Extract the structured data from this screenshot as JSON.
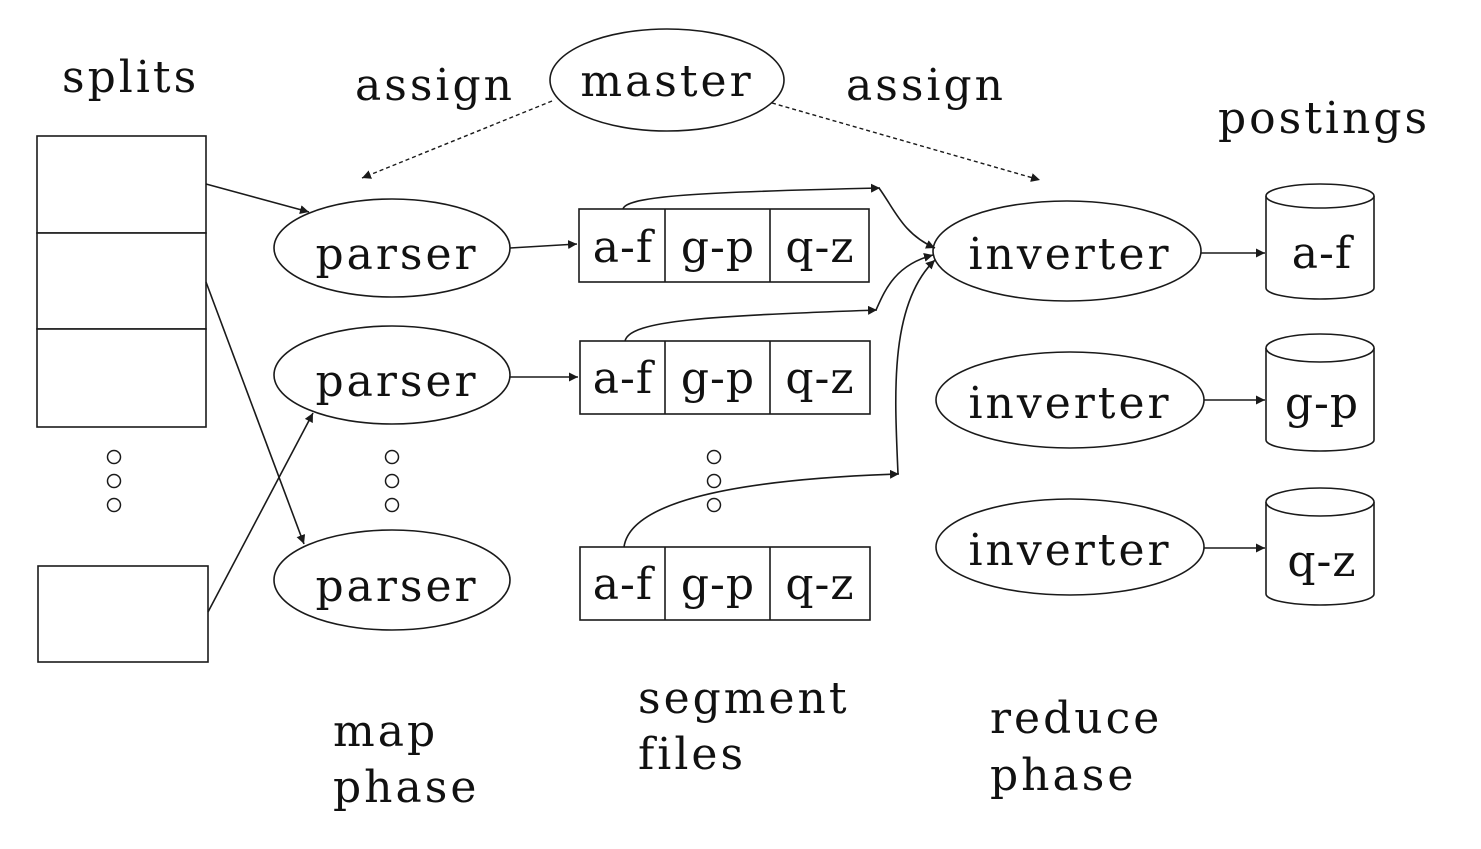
{
  "labels": {
    "splits": "splits",
    "master": "master",
    "assign_left": "assign",
    "assign_right": "assign",
    "postings": "postings",
    "map_phase_line1": "map",
    "map_phase_line2": "phase",
    "segment_files_line1": "segment",
    "segment_files_line2": "files",
    "reduce_phase_line1": "reduce",
    "reduce_phase_line2": "phase"
  },
  "parsers": [
    "parser",
    "parser",
    "parser"
  ],
  "inverters": [
    "inverter",
    "inverter",
    "inverter"
  ],
  "segment_rows": [
    [
      "a-f",
      "g-p",
      "q-z"
    ],
    [
      "a-f",
      "g-p",
      "q-z"
    ],
    [
      "a-f",
      "g-p",
      "q-z"
    ]
  ],
  "postings": [
    "a-f",
    "g-p",
    "q-z"
  ]
}
